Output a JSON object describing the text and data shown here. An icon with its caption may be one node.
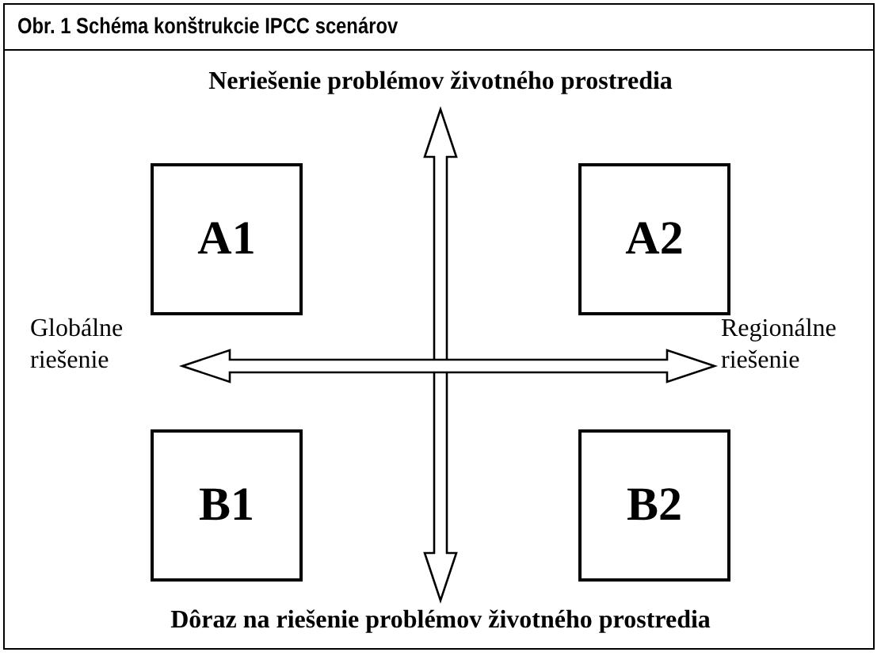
{
  "diagram": {
    "title": "Obr. 1 Schéma konštrukcie IPCC scenárov",
    "nodes": [
      {
        "text": [
          "Neriešenie problémov životného prostredia"
        ]
      },
      {
        "text": [
          "A1"
        ]
      },
      {
        "text": [
          "A2"
        ]
      },
      {
        "text": [
          "Globálne riešenie"
        ]
      },
      {
        "text": [
          "Regionálne riešenie"
        ]
      },
      {
        "text": [
          "B1"
        ]
      },
      {
        "text": [
          "B2"
        ]
      },
      {
        "text": [
          "Dôraz na riešenie problémov životného prostredia"
        ]
      }
    ],
    "edges": [
      {
        "from": 0,
        "to": 7,
        "arrow": "both"
      },
      {
        "from": 3,
        "to": 4,
        "arrow": "both"
      }
    ]
  }
}
